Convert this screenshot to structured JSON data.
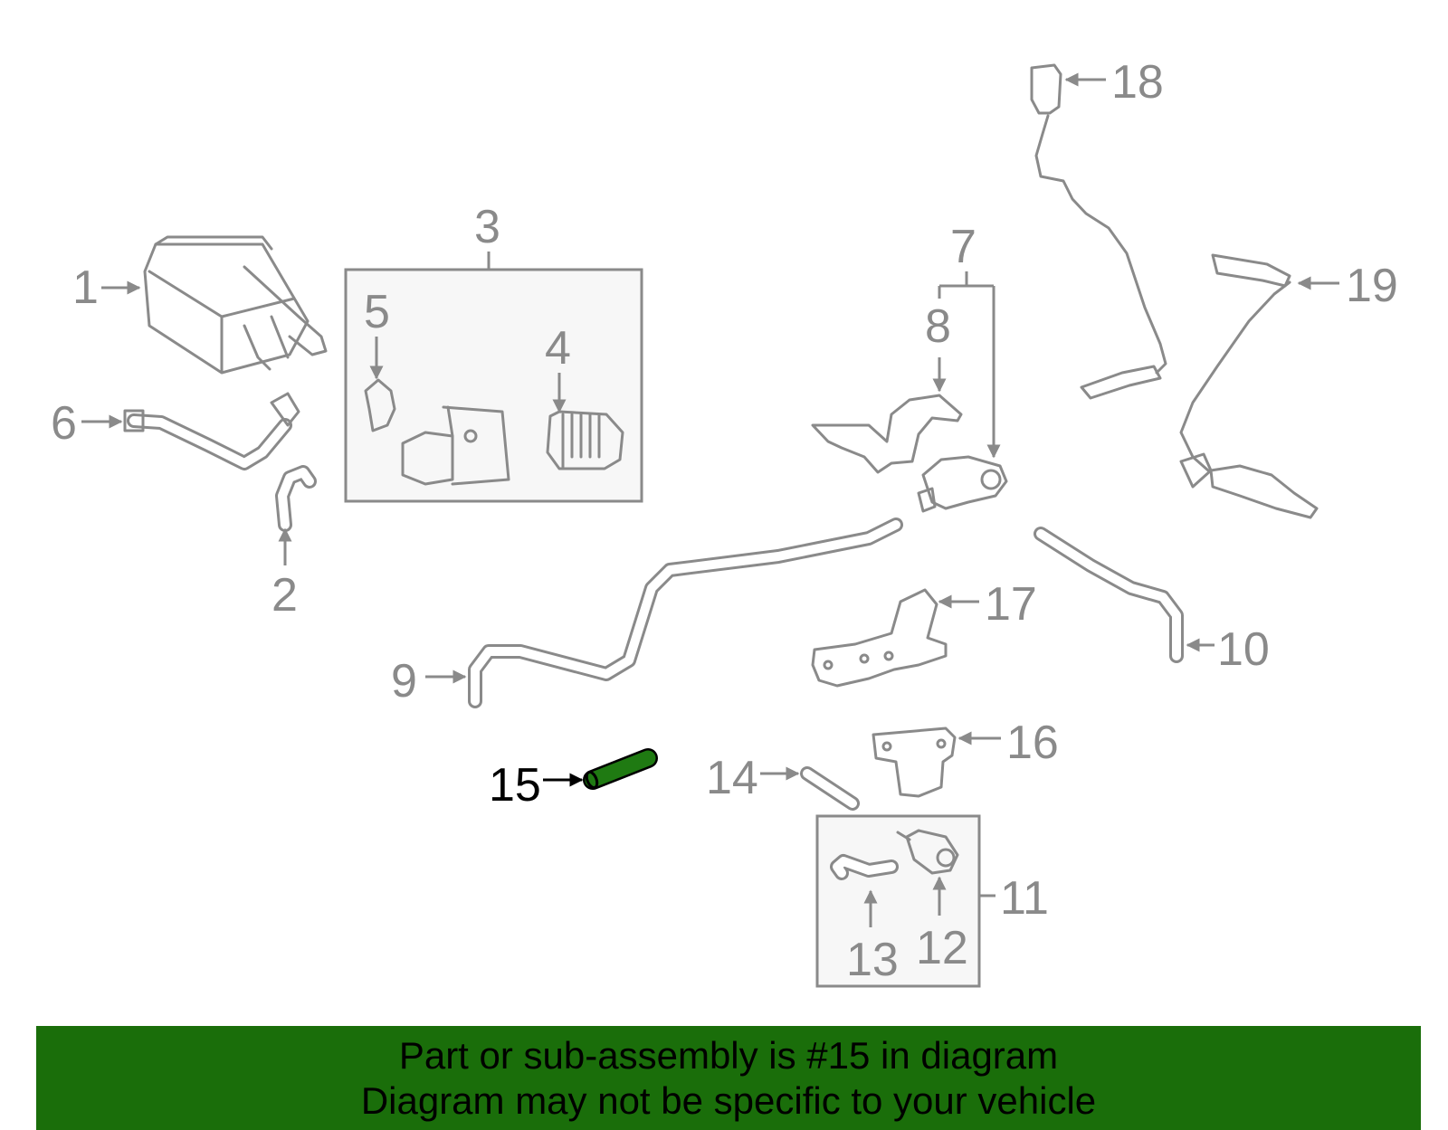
{
  "colors": {
    "highlight_part": "#1f7a12",
    "banner_background": "#1a6e0a",
    "line_gray": "#8a8a8a",
    "box_fill": "#f7f7f7"
  },
  "callouts": {
    "c1": "1",
    "c2": "2",
    "c3": "3",
    "c4": "4",
    "c5": "5",
    "c6": "6",
    "c7": "7",
    "c8": "8",
    "c9": "9",
    "c10": "10",
    "c11": "11",
    "c12": "12",
    "c13": "13",
    "c14": "14",
    "c15": "15",
    "c16": "16",
    "c17": "17",
    "c18": "18",
    "c19": "19"
  },
  "highlighted_callout": "15",
  "banner": {
    "line1": "Part or sub-assembly is #15 in diagram",
    "line2": "Diagram may not be specific to your vehicle"
  }
}
